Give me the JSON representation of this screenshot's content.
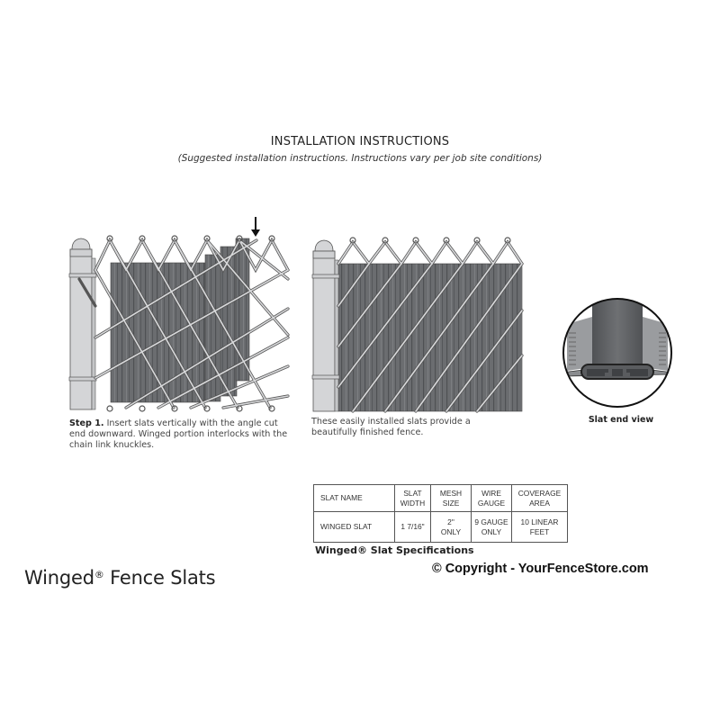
{
  "header": {
    "title": "INSTALLATION INSTRUCTIONS",
    "subtitle": "(Suggested installation instructions. Instructions vary per job site conditions)"
  },
  "figures": [
    {
      "id": "step1",
      "caption_bold": "Step 1.",
      "caption_text": " Insert slats vertically with the angle cut end downward. Winged portion interlocks with the chain link knuckles.",
      "icon": "down-arrow-icon"
    },
    {
      "id": "finished",
      "caption_text": "These easily installed slats provide a beautifully finished fence."
    },
    {
      "id": "end-view",
      "caption_text": "Slat end view"
    }
  ],
  "spec_table": {
    "headers": [
      [
        "SLAT NAME"
      ],
      [
        "SLAT",
        "WIDTH"
      ],
      [
        "MESH",
        "SIZE"
      ],
      [
        "WIRE",
        "GAUGE"
      ],
      [
        "COVERAGE",
        "AREA"
      ]
    ],
    "rows": [
      [
        [
          "WINGED SLAT"
        ],
        [
          "1 7/16\""
        ],
        [
          "2\"",
          "ONLY"
        ],
        [
          "9 GAUGE",
          "ONLY"
        ],
        [
          "10 LINEAR",
          "FEET"
        ]
      ]
    ],
    "caption": "Winged® Slat Specifications"
  },
  "copyright": "© Copyright - YourFenceStore.com",
  "product": {
    "title_pre": "Winged",
    "registered": "®",
    "title_post": " Fence Slats"
  },
  "colors": {
    "slat": "#6b6d70",
    "slat_dark": "#4f5154",
    "post": "#d4d5d7",
    "wire": "#c9cacc",
    "outline": "#444444",
    "text": "#222222"
  }
}
